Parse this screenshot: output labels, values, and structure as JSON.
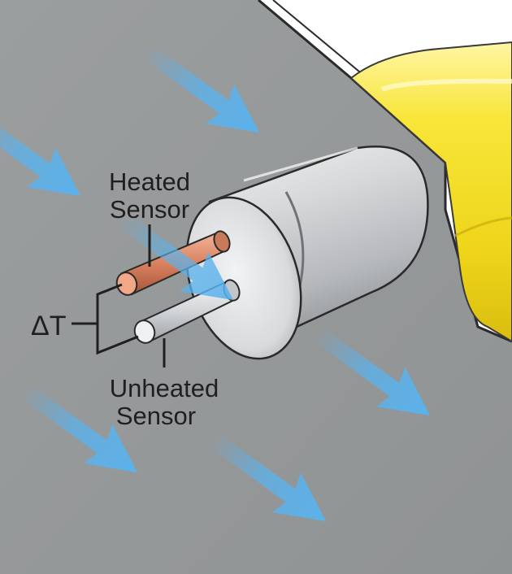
{
  "labels": {
    "heated_line1": "Heated",
    "heated_line2": "Sensor",
    "unheated_line1": "Unheated",
    "unheated_line2": "Sensor",
    "delta_t": "ΔT"
  },
  "colors": {
    "background_gray": "#979a9b",
    "probe_silver": "#d4d6d8",
    "housing_yellow": "#f2dc1e",
    "heated_sensor": "#d9825f",
    "unheated_sensor": "#d6d8da",
    "airflow_arrow": "#5bb2ec",
    "label_text": "#1f1f1f"
  },
  "icons": [
    "airflow-arrow-icon"
  ]
}
